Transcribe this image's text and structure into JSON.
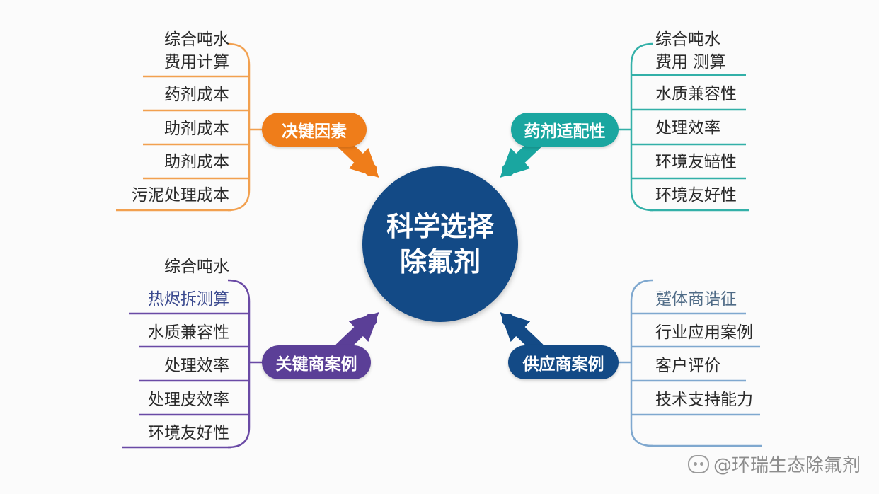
{
  "center": {
    "line1": "科学选择",
    "line2": "除氟剂",
    "color": "#134a86"
  },
  "branches": {
    "top_left": {
      "label": "决键因素",
      "color": "#ef7d1a",
      "leaves": [
        "综合吨水",
        "费用计算",
        "药剂成本",
        "助剂成本",
        "助剂成本",
        "污泥处理成本"
      ]
    },
    "top_right": {
      "label": "药剂适配性",
      "color": "#1aa6a0",
      "leaves": [
        "综合吨水",
        "费用 测算",
        "水质兼容性",
        "处理效率",
        "环境友䍌性",
        "环境友好性"
      ]
    },
    "bottom_left": {
      "label": "关键商案例",
      "color": "#5b3f97",
      "leaves": [
        "综合吨水",
        "热烬拆测算",
        "水质兼容性",
        "处理效率",
        "处理皮效率",
        "环境友好性"
      ]
    },
    "bottom_right": {
      "label": "供应商案例",
      "color": "#134a86",
      "line_color": "#7fa8cf",
      "leaves": [
        "蹵体商诰征",
        "行业应用案例",
        "客户评价",
        "技术支持能力"
      ]
    }
  },
  "watermark": {
    "text": "@环瑞生态除氟剂",
    "icon": "chat-bubble-icon"
  }
}
